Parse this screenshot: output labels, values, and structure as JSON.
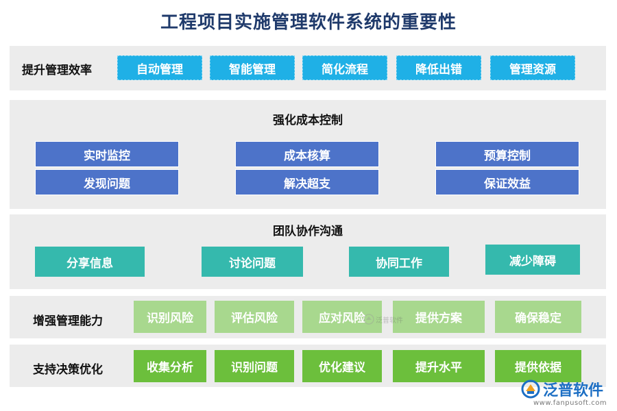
{
  "title": "工程项目实施管理软件系统的重要性",
  "efficiency": {
    "label": "提升管理效率",
    "items": [
      "自动管理",
      "智能管理",
      "简化流程",
      "降低出错",
      "管理资源"
    ]
  },
  "cost": {
    "title": "强化成本控制",
    "items": [
      "实时监控",
      "成本核算",
      "预算控制",
      "发现问题",
      "解决超支",
      "保证效益"
    ]
  },
  "team": {
    "title": "团队协作沟通",
    "items": [
      "分享信息",
      "讨论问题",
      "协同工作",
      "减少障碍"
    ]
  },
  "ability": {
    "label": "增强管理能力",
    "items": [
      "识别风险",
      "评估风险",
      "应对风险",
      "提供方案",
      "确保稳定"
    ]
  },
  "decision": {
    "label": "支持决策优化",
    "items": [
      "收集分析",
      "识别问题",
      "优化建议",
      "提升水平",
      "提供依据"
    ]
  },
  "brand": {
    "name": "泛普软件",
    "url": "www.fanpusoft.com",
    "watermark": "泛普软件"
  },
  "colors": {
    "cyan": "#1fb0e6",
    "blue": "#4d73c9",
    "teal": "#35b9ad",
    "light_green": "#a8d88e",
    "dark_green": "#6cbf3c",
    "panel": "#ececec",
    "title": "#1f3a6b"
  }
}
